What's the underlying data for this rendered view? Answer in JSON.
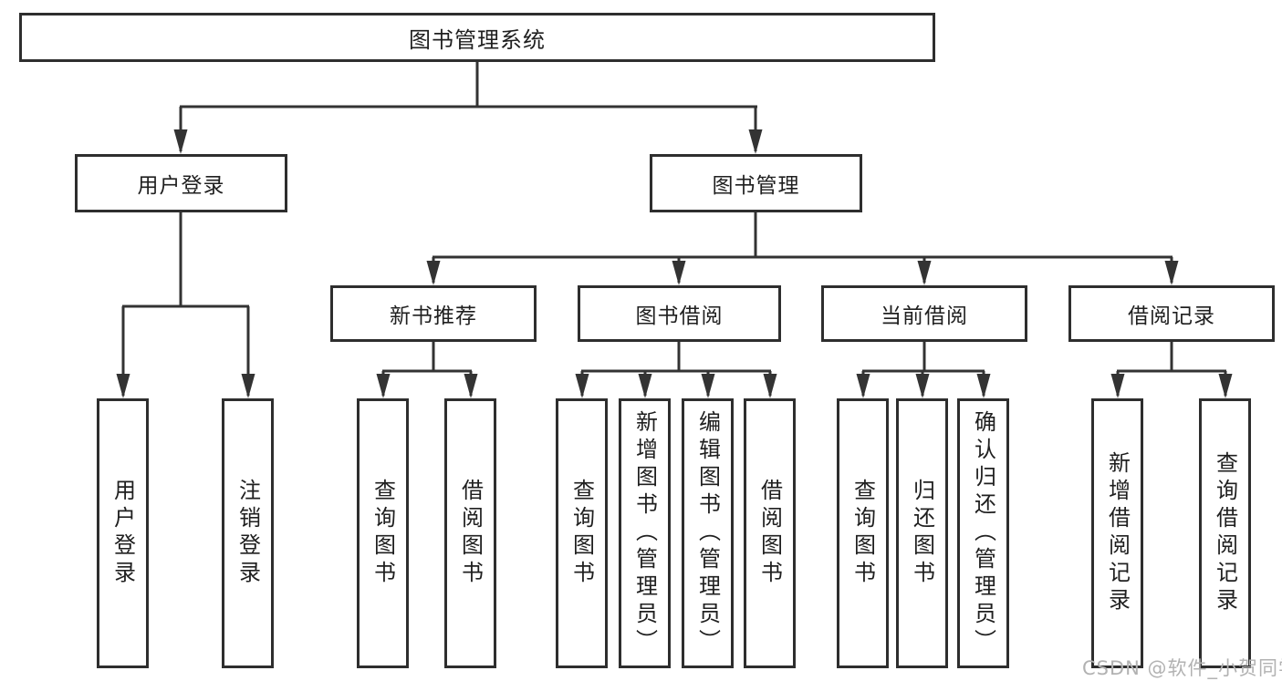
{
  "diagram": {
    "type": "hierarchy-tree",
    "root": {
      "label": "图书管理系统",
      "children": [
        {
          "label": "用户登录",
          "children": [
            {
              "label": "用户登录"
            },
            {
              "label": "注销登录"
            }
          ]
        },
        {
          "label": "图书管理",
          "children": [
            {
              "label": "新书推荐",
              "children": [
                {
                  "label": "查询图书"
                },
                {
                  "label": "借阅图书"
                }
              ]
            },
            {
              "label": "图书借阅",
              "children": [
                {
                  "label": "查询图书"
                },
                {
                  "label": "新增图书（管理员）"
                },
                {
                  "label": "编辑图书（管理员）"
                },
                {
                  "label": "借阅图书"
                }
              ]
            },
            {
              "label": "当前借阅",
              "children": [
                {
                  "label": "查询图书"
                },
                {
                  "label": "归还图书"
                },
                {
                  "label": "确认归还（管理员）"
                }
              ]
            },
            {
              "label": "借阅记录",
              "children": [
                {
                  "label": "新增借阅记录"
                },
                {
                  "label": "查询借阅记录"
                }
              ]
            }
          ]
        }
      ]
    }
  },
  "watermark": {
    "text": "CSDN @软件_小贺同学"
  },
  "colors": {
    "line": "#333333",
    "border": "#2e2e2e",
    "text": "#1f1f1f",
    "watermark": "#b2b2b2",
    "bg": "#ffffff"
  }
}
